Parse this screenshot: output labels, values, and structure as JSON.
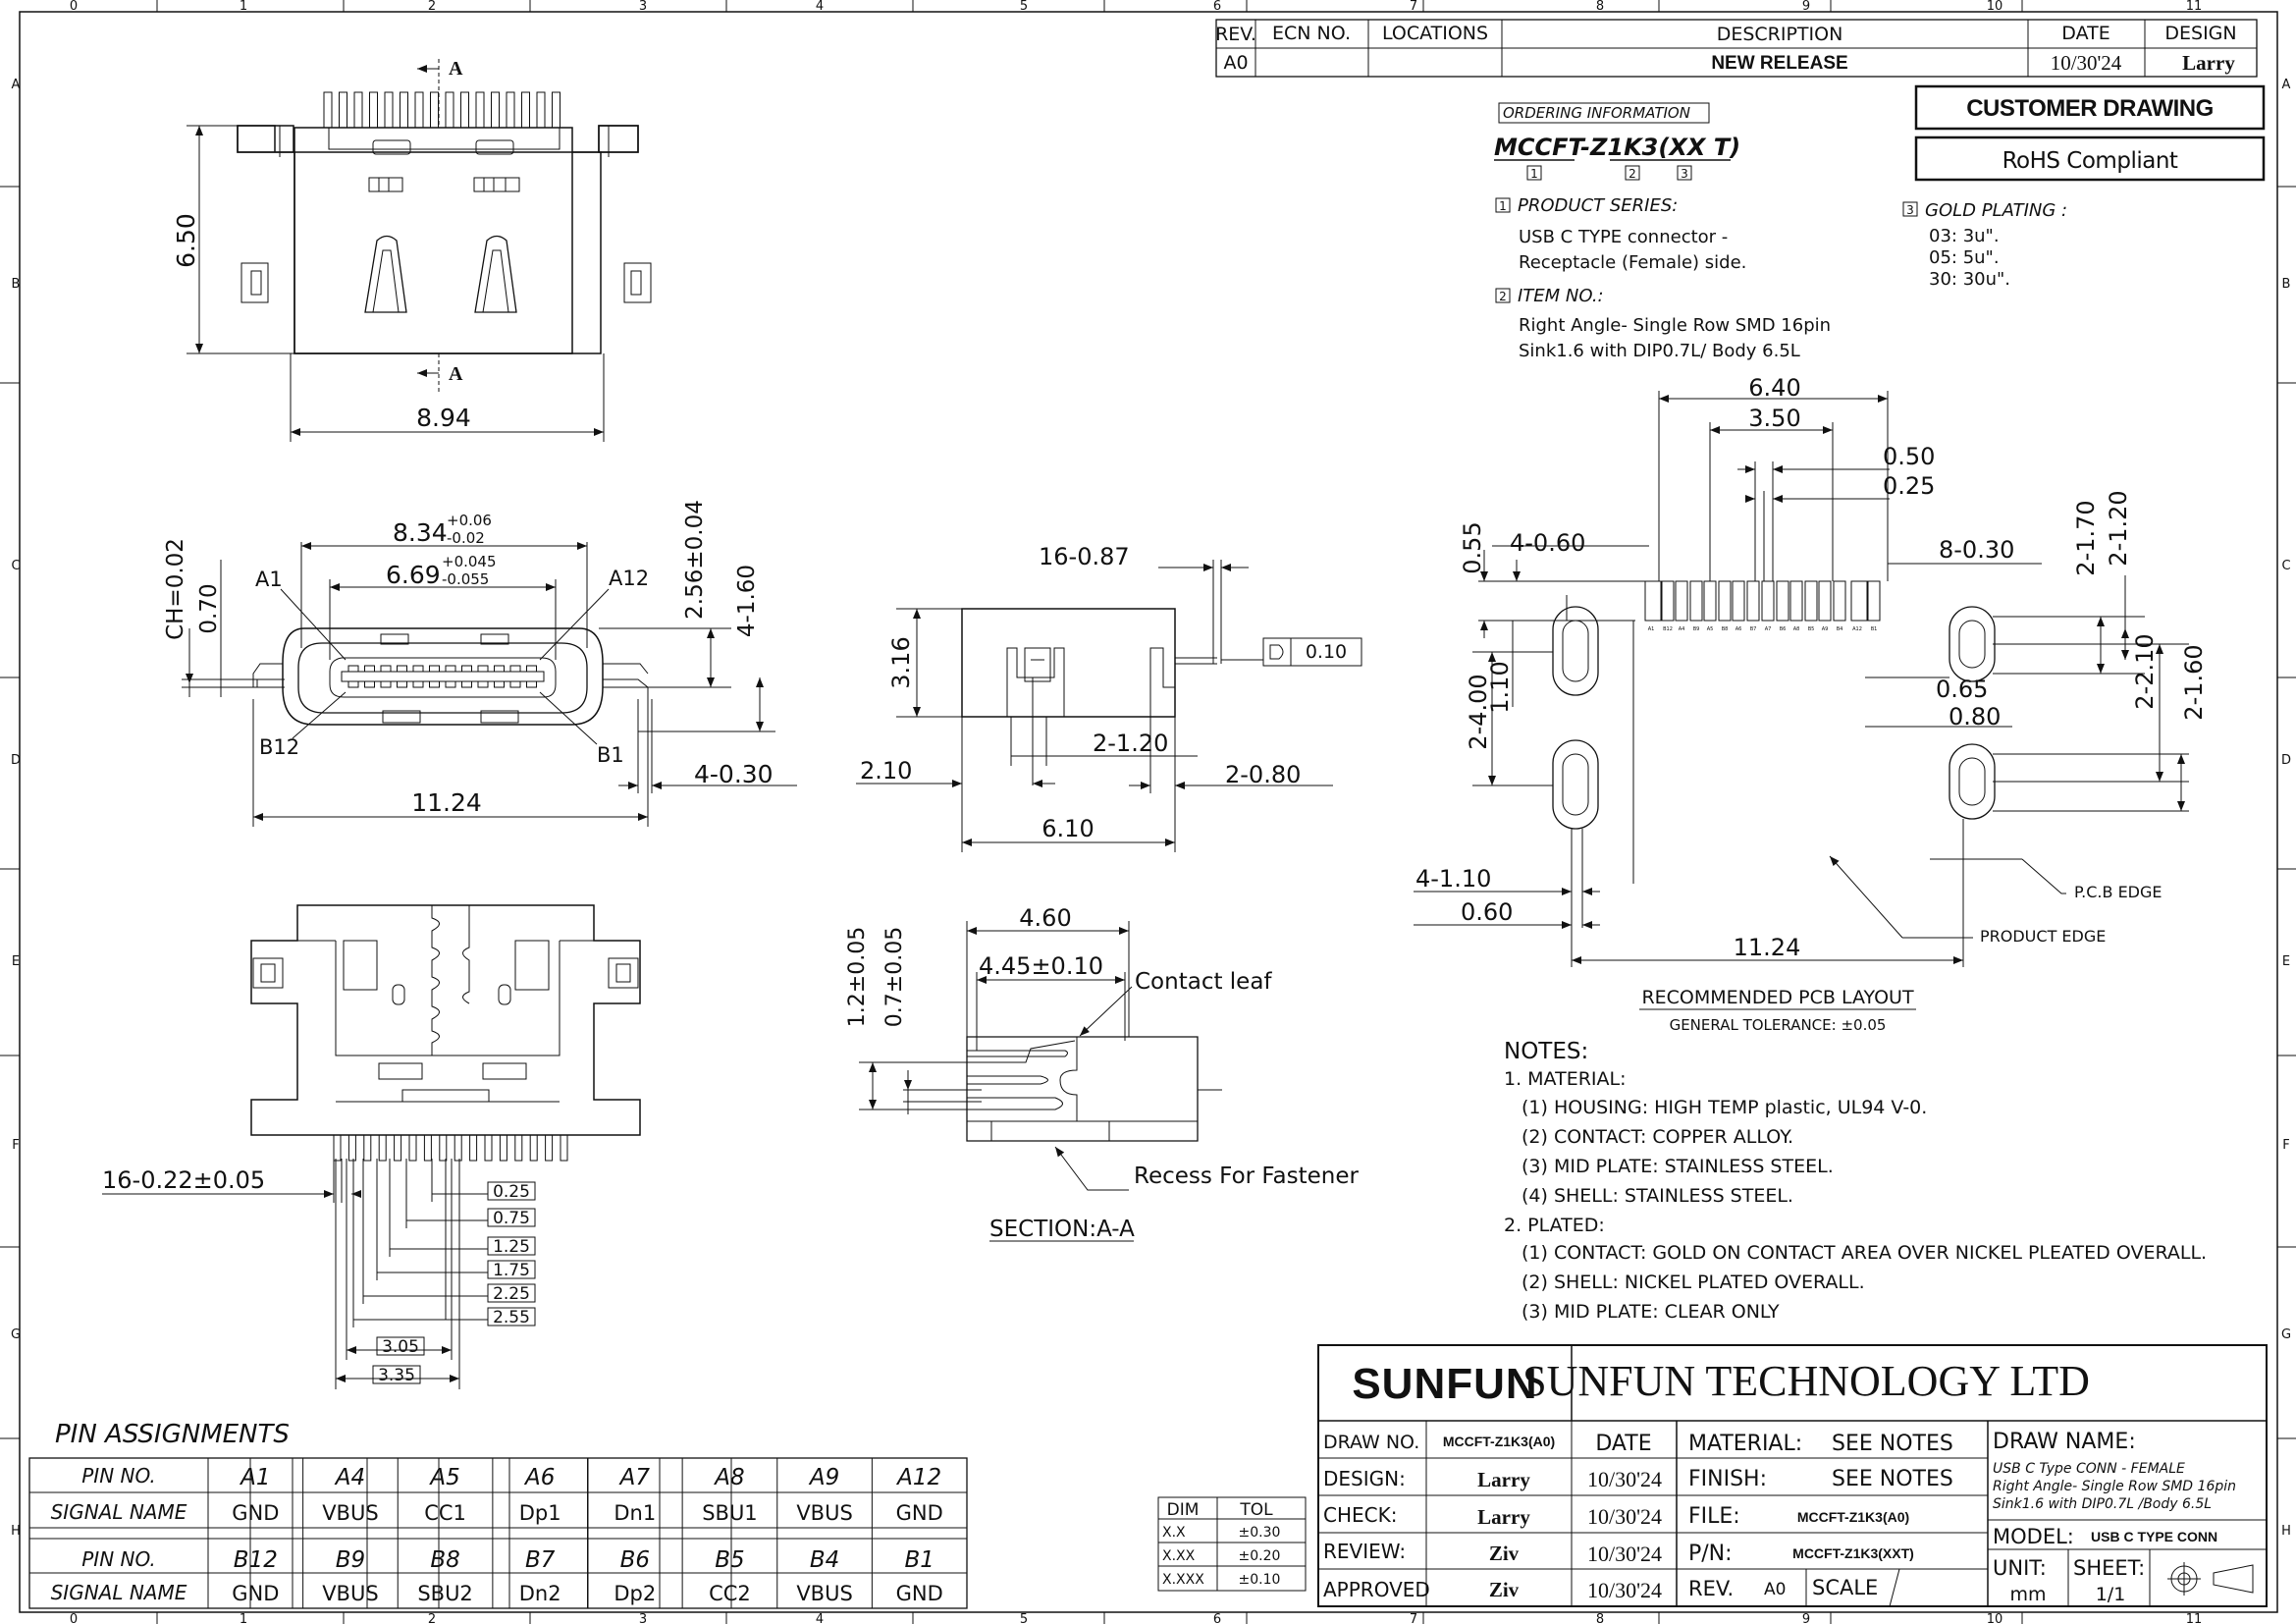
{
  "border": {
    "col_numbers": [
      "0",
      "1",
      "2",
      "3",
      "4",
      "5",
      "6",
      "7",
      "8",
      "9",
      "10",
      "11"
    ],
    "row_letters": [
      "A",
      "B",
      "C",
      "D",
      "E",
      "F",
      "G",
      "H"
    ]
  },
  "revision_table": {
    "headers": [
      "REV.",
      "ECN NO.",
      "LOCATIONS",
      "DESCRIPTION",
      "DATE",
      "DESIGN"
    ],
    "row": {
      "rev": "A0",
      "ecn": "",
      "locations": "",
      "description": "NEW RELEASE",
      "date": "10/30'24",
      "design": "Larry"
    }
  },
  "badges": {
    "customer": "CUSTOMER DRAWING",
    "rohs": "RoHS Compliant"
  },
  "ordering": {
    "title": "ORDERING INFORMATION",
    "part_prefix": "MCCFT",
    "part_suffix": "-Z1K3(XX T)",
    "markers": [
      "1",
      "2",
      "3"
    ],
    "series_title": "PRODUCT SERIES:",
    "series_lines": [
      "USB C TYPE connector -",
      "Receptacle (Female) side."
    ],
    "item_title": "ITEM NO.:",
    "item_lines": [
      "Right Angle- Single Row SMD 16pin",
      "Sink1.6 with DIP0.7L/ Body 6.5L"
    ],
    "gold_title": "GOLD PLATING :",
    "gold_lines": [
      "03: 3u\".",
      "05: 5u\".",
      "30: 30u\"."
    ]
  },
  "top_view": {
    "section_mark": "A",
    "height": "6.50",
    "width": "8.94"
  },
  "front_view": {
    "dim_834": "8.34",
    "dim_834_tol_up": "+0.06",
    "dim_834_tol_dn": "-0.02",
    "dim_669": "6.69",
    "dim_669_tol_up": "+0.045",
    "dim_669_tol_dn": "-0.055",
    "ch": "CH=0.02",
    "d070": "0.70",
    "d256": "2.56±0.04",
    "d4160": "4-1.60",
    "a1": "A1",
    "a12": "A12",
    "b12": "B12",
    "b1": "B1",
    "d1124": "11.24",
    "d4030": "4-0.30"
  },
  "side_view": {
    "d16087": "16-0.87",
    "d316": "3.16",
    "flat": "0.10",
    "d210": "2.10",
    "d2120": "2-1.20",
    "d2080": "2-0.80",
    "d610": "6.10"
  },
  "section_view": {
    "d460": "4.60",
    "d445": "4.45±0.10",
    "contact_leaf": "Contact leaf",
    "d12": "1.2±0.05",
    "d07": "0.7±0.05",
    "recess": "Recess For Fastener",
    "title": "SECTION:A-A"
  },
  "bottom_view": {
    "d16022": "16-0.22±0.05",
    "offsets": [
      "0.25",
      "0.75",
      "1.25",
      "1.75",
      "2.25",
      "2.55"
    ],
    "d305": "3.05",
    "d335": "3.35"
  },
  "pcb_layout": {
    "d640": "6.40",
    "d350": "3.50",
    "d050": "0.50",
    "d025": "0.25",
    "d055": "0.55",
    "d4060": "4-0.60",
    "d8030": "8-0.30",
    "d2170": "2-1.70",
    "d2120": "2-1.20",
    "d065": "0.65",
    "d080": "0.80",
    "d2210": "2-2.10",
    "d2160": "2-1.60",
    "d2400": "2-4.00",
    "d110": "1.10",
    "d4110": "4-1.10",
    "d060": "0.60",
    "d1124": "11.24",
    "pcb_edge": "P.C.B EDGE",
    "product_edge": "PRODUCT EDGE",
    "title": "RECOMMENDED PCB LAYOUT",
    "tolerance": "GENERAL TOLERANCE: ±0.05",
    "pin_labels": [
      "A1",
      "B12",
      "A4",
      "B9",
      "A5",
      "B8",
      "A6",
      "B7",
      "A7",
      "B6",
      "A8",
      "B5",
      "A9",
      "B4",
      "A12",
      "B1"
    ]
  },
  "notes": {
    "title": "NOTES:",
    "lines": [
      "1. MATERIAL:",
      "(1) HOUSING: HIGH TEMP plastic, UL94 V-0.",
      "(2) CONTACT: COPPER ALLOY.",
      "(3) MID PLATE: STAINLESS STEEL.",
      "(4) SHELL: STAINLESS STEEL.",
      "2. PLATED:",
      "(1) CONTACT: GOLD ON CONTACT AREA OVER NICKEL PLEATED OVERALL.",
      "(2) SHELL:  NICKEL PLATED OVERALL.",
      "(3) MID PLATE: CLEAR ONLY"
    ]
  },
  "pins": {
    "title": "PIN ASSIGNMENTS",
    "row_labels": [
      "PIN NO.",
      "SIGNAL NAME"
    ],
    "a_pins": [
      "A1",
      "A4",
      "A5",
      "A6",
      "A7",
      "A8",
      "A9",
      "A12"
    ],
    "a_signals": [
      "GND",
      "VBUS",
      "CC1",
      "Dp1",
      "Dn1",
      "SBU1",
      "VBUS",
      "GND"
    ],
    "b_pins": [
      "B12",
      "B9",
      "B8",
      "B7",
      "B6",
      "B5",
      "B4",
      "B1"
    ],
    "b_signals": [
      "GND",
      "VBUS",
      "SBU2",
      "Dn2",
      "Dp2",
      "CC2",
      "VBUS",
      "GND"
    ]
  },
  "tolerance_table": {
    "headers": [
      "DIM",
      "TOL"
    ],
    "rows": [
      [
        "X.X",
        "±0.30"
      ],
      [
        "X.XX",
        "±0.20"
      ],
      [
        "X.XXX",
        "±0.10"
      ]
    ]
  },
  "title_block": {
    "logo": "SUNFUN",
    "company": "SUNFUN TECHNOLOGY LTD",
    "draw_no_label": "DRAW NO.",
    "draw_no": "MCCFT-Z1K3(A0)",
    "date_label": "DATE",
    "material_label": "MATERIAL:",
    "material": "SEE NOTES",
    "design_label": "DESIGN:",
    "design": "Larry",
    "design_date": "10/30'24",
    "finish_label": "FINISH:",
    "finish": "SEE NOTES",
    "check_label": "CHECK:",
    "check": "Larry",
    "check_date": "10/30'24",
    "file_label": "FILE:",
    "file": "MCCFT-Z1K3(A0)",
    "review_label": "REVIEW:",
    "review": "Ziv",
    "review_date": "10/30'24",
    "pn_label": "P/N:",
    "pn": "MCCFT-Z1K3(XXT)",
    "approved_label": "APPROVED",
    "approved": "Ziv",
    "approved_date": "10/30'24",
    "rev_label": "REV.",
    "rev": "A0",
    "scale_label": "SCALE",
    "draw_name_label": "DRAW NAME:",
    "draw_name_lines": [
      "USB C Type CONN - FEMALE",
      "Right Angle- Single Row SMD 16pin",
      "Sink1.6 with DIP0.7L /Body 6.5L"
    ],
    "model_label": "MODEL:",
    "model": "USB C TYPE CONN",
    "unit_label": "UNIT:",
    "unit": "mm",
    "sheet_label": "SHEET:",
    "sheet": "1/1"
  }
}
